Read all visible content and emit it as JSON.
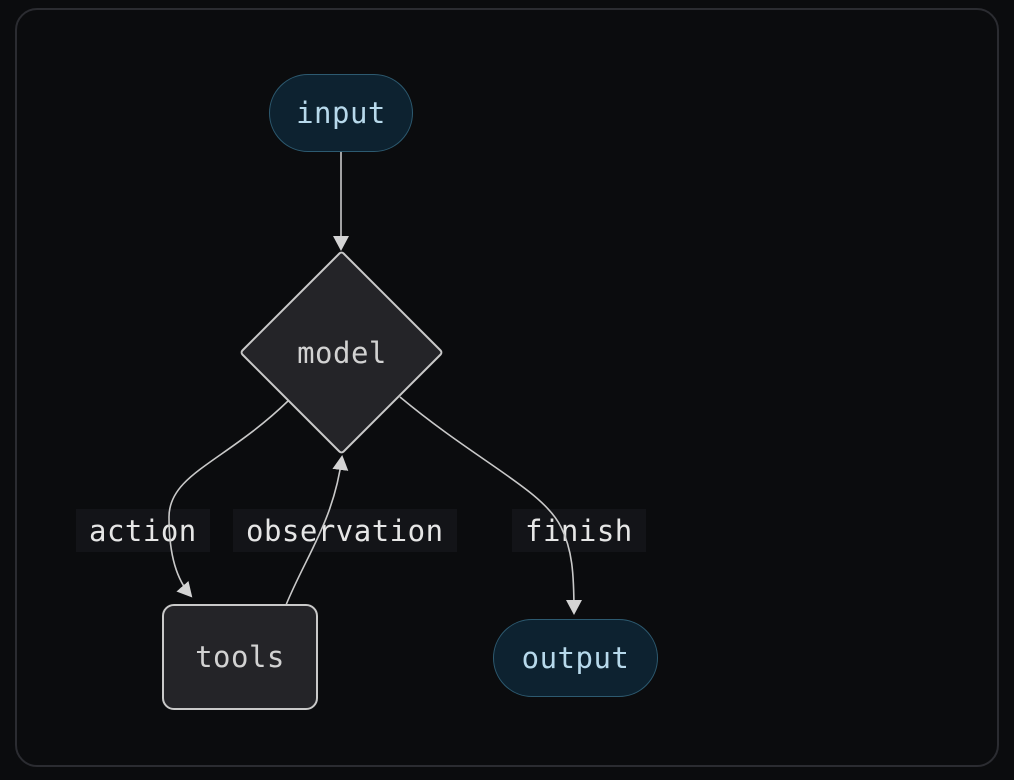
{
  "diagram": {
    "nodes": [
      {
        "id": "input",
        "label": "input",
        "shape": "stadium"
      },
      {
        "id": "model",
        "label": "model",
        "shape": "diamond"
      },
      {
        "id": "tools",
        "label": "tools",
        "shape": "rect"
      },
      {
        "id": "output",
        "label": "output",
        "shape": "stadium"
      }
    ],
    "edges": [
      {
        "from": "input",
        "to": "model",
        "label": ""
      },
      {
        "from": "model",
        "to": "tools",
        "label": "action"
      },
      {
        "from": "tools",
        "to": "model",
        "label": "observation"
      },
      {
        "from": "model",
        "to": "output",
        "label": "finish"
      }
    ],
    "colors": {
      "background": "#0b0c0e",
      "panel_border": "#2b2c31",
      "node_fill": "#242428",
      "node_border": "#c9c9c9",
      "node_text": "#d2d2d2",
      "io_fill": "#0d2230",
      "io_border": "#2d5a70",
      "io_text": "#b7d9eb",
      "edge": "#c9c9c9",
      "edge_arrow": "#d4d4d4",
      "edge_label_bg": "#131418",
      "edge_label_text": "#e6e6e6"
    }
  }
}
